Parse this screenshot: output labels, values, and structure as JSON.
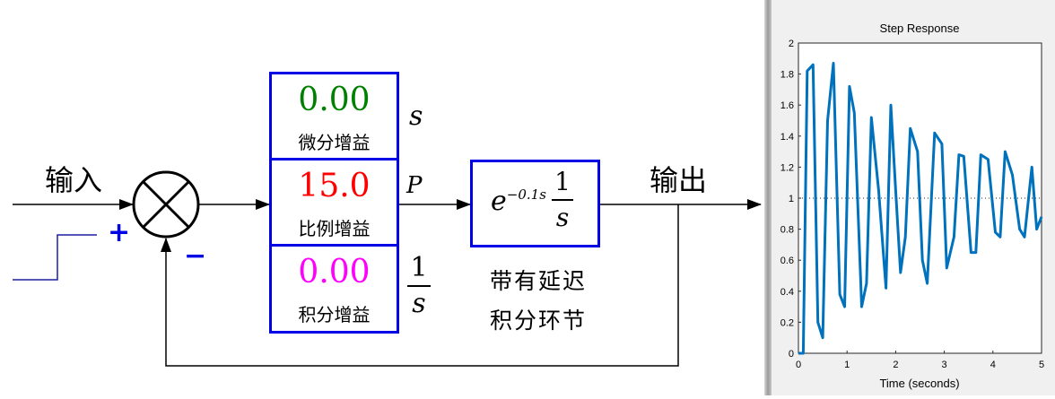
{
  "diagram": {
    "input_label": "输入",
    "output_label": "输出",
    "plus_sign": "+",
    "minus_sign": "−",
    "derivative": {
      "value": "0.00",
      "label": "微分增益",
      "color": "#008000",
      "op": "s"
    },
    "proportional": {
      "value": "15.0",
      "label": "比例增益",
      "color": "#ff0000",
      "op": "P"
    },
    "integral": {
      "value": "0.00",
      "label": "积分增益",
      "color": "#ff00ff",
      "op_num": "1",
      "op_den": "s"
    },
    "delay_block": {
      "base": "e",
      "exponent": "−0.1s",
      "num": "1",
      "den": "s",
      "caption_line1": "带有延迟",
      "caption_line2": "积分环节"
    },
    "colors": {
      "block_border": "#0000e6",
      "sign_color": "#0000e6"
    }
  },
  "plot": {
    "title": "Step Response",
    "xlabel": "Time (seconds)",
    "x_ticks": [
      "0",
      "1",
      "2",
      "3",
      "4",
      "5"
    ],
    "y_ticks": [
      "0",
      "0.2",
      "0.4",
      "0.6",
      "0.8",
      "1",
      "1.2",
      "1.4",
      "1.6",
      "1.8",
      "2"
    ],
    "line_color": "#0072bd"
  },
  "chart_data": {
    "type": "line",
    "title": "Step Response",
    "xlabel": "Time (seconds)",
    "ylabel": "",
    "xlim": [
      0,
      5
    ],
    "ylim": [
      0,
      2
    ],
    "grid": false,
    "reference_line": 1,
    "series": [
      {
        "x": [
          0,
          0.1,
          0.18,
          0.3,
          0.4,
          0.5,
          0.6,
          0.72,
          0.85,
          0.95,
          1.05,
          1.15,
          1.3,
          1.4,
          1.5,
          1.65,
          1.8,
          1.9,
          2.0,
          2.1,
          2.2,
          2.3,
          2.45,
          2.55,
          2.65,
          2.8,
          2.95,
          3.05,
          3.2,
          3.3,
          3.4,
          3.55,
          3.65,
          3.75,
          3.9,
          4.05,
          4.15,
          4.25,
          4.4,
          4.55,
          4.65,
          4.8,
          4.9,
          5.0
        ],
        "y": [
          0,
          0,
          1.82,
          1.86,
          0.2,
          0.1,
          1.5,
          1.87,
          0.38,
          0.3,
          1.72,
          1.55,
          0.3,
          0.45,
          1.52,
          1.05,
          0.42,
          1.6,
          1.05,
          0.52,
          0.75,
          1.45,
          1.3,
          0.6,
          0.45,
          1.42,
          1.35,
          0.55,
          0.75,
          1.28,
          1.27,
          0.65,
          0.65,
          1.28,
          1.25,
          0.78,
          0.75,
          1.3,
          1.15,
          0.8,
          0.75,
          1.2,
          0.8,
          0.88
        ]
      }
    ]
  }
}
